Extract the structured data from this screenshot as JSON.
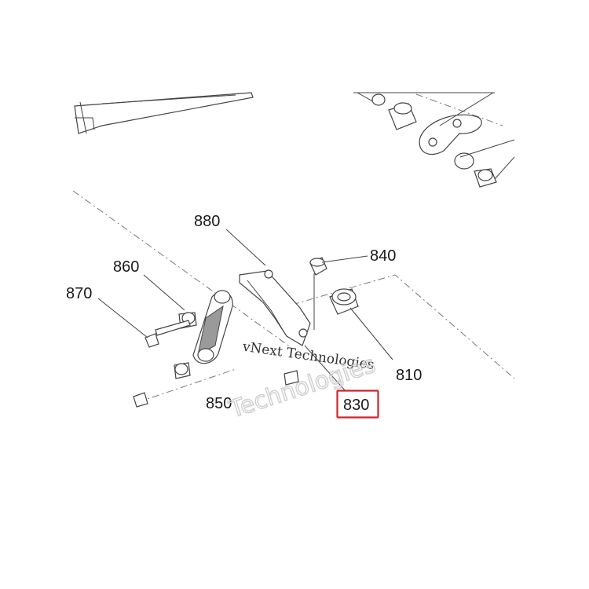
{
  "callouts": {
    "c880": "880",
    "c840": "840",
    "c860": "860",
    "c870": "870",
    "c810": "810",
    "c850": "850",
    "c830": "830"
  },
  "highlight": {
    "label": "830",
    "color": "#d0232a"
  },
  "watermark": {
    "line1": "vNext Technologies",
    "line2": "Technologies"
  }
}
